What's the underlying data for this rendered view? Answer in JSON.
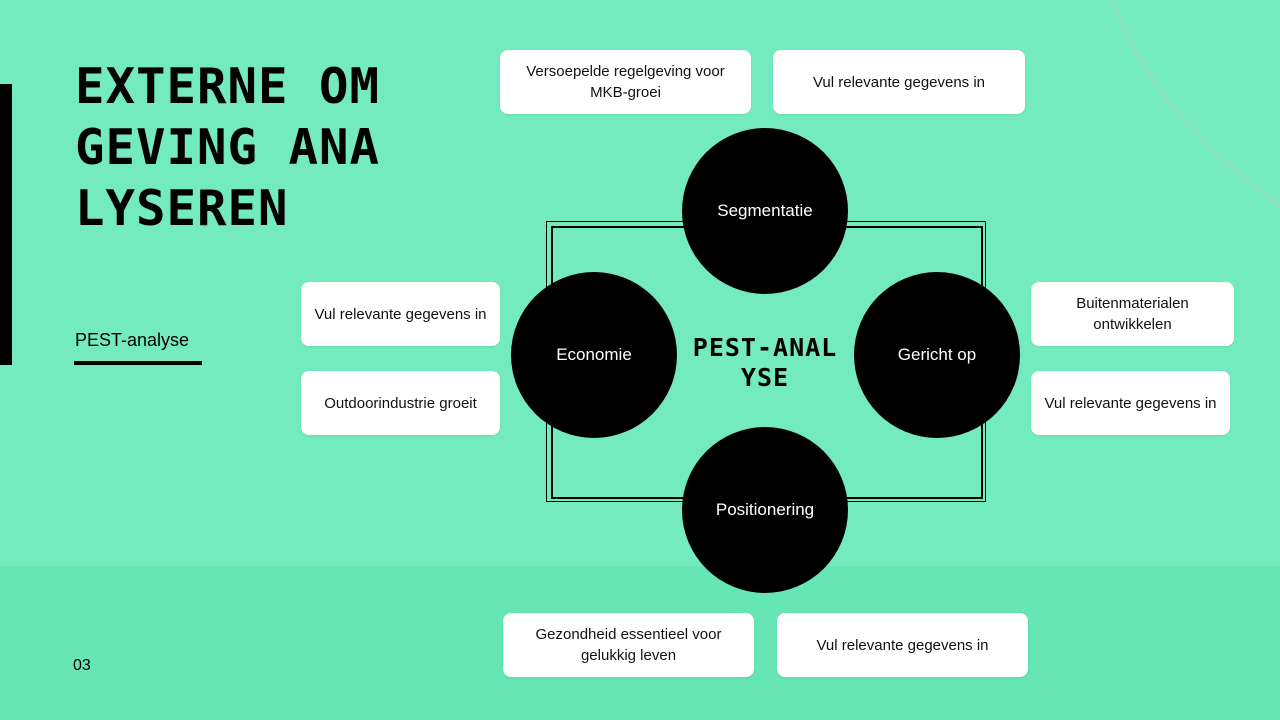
{
  "slide": {
    "title": "EXTERNE OMGEVING ANALYSEREN",
    "subtitle": "PEST-analyse",
    "page_number": "03"
  },
  "diagram": {
    "center_label": "PEST-ANALYSE",
    "nodes": {
      "top": "Segmentatie",
      "left": "Economie",
      "right": "Gericht op",
      "bottom": "Positionering"
    },
    "cards": {
      "top_left": "Versoepelde regelgeving voor MKB-groei",
      "top_right": "Vul relevante gegevens in",
      "left_top": "Vul relevante gegevens in",
      "left_bottom": "Outdoorindustrie groeit",
      "right_top": "Buitenmaterialen ontwikkelen",
      "right_bottom": "Vul relevante gegevens in",
      "bottom_left": "Gezondheid essentieel voor gelukkig leven",
      "bottom_right": "Vul relevante gegevens in"
    }
  },
  "colors": {
    "background": "#74ebbe",
    "bottom_band": "#65e6b4",
    "nodes": "#000000",
    "cards": "#ffffff"
  }
}
